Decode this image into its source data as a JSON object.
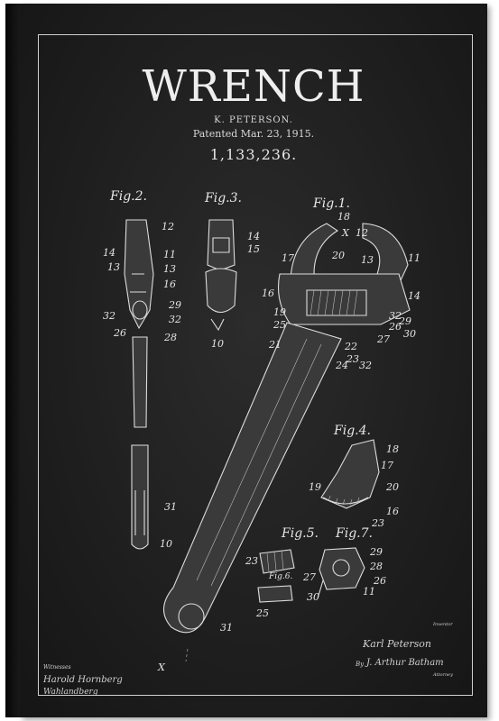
{
  "patent": {
    "title": "WRENCH",
    "inventor": "K. PETERSON.",
    "patented": "Patented Mar. 23, 1915.",
    "number": "1,133,236."
  },
  "figures": {
    "fig1": "Fig.1.",
    "fig2": "Fig.2.",
    "fig3": "Fig.3.",
    "fig4": "Fig.4.",
    "fig5": "Fig.5.",
    "fig6": "Fig.6.",
    "fig7": "Fig.7."
  },
  "signatures": {
    "witnesses_label": "Witnesses",
    "witness_1": "Harold Hornberg",
    "witness_2": "Wahlandberg",
    "inventor_label": "Inventor",
    "inventor": "Karl Peterson",
    "by_label": "By",
    "attorney": "J. Arthur Batham",
    "attorney_label": "Attorney"
  },
  "colors": {
    "canvas": "#1e1e1e",
    "ink": "#e6e6e6"
  }
}
